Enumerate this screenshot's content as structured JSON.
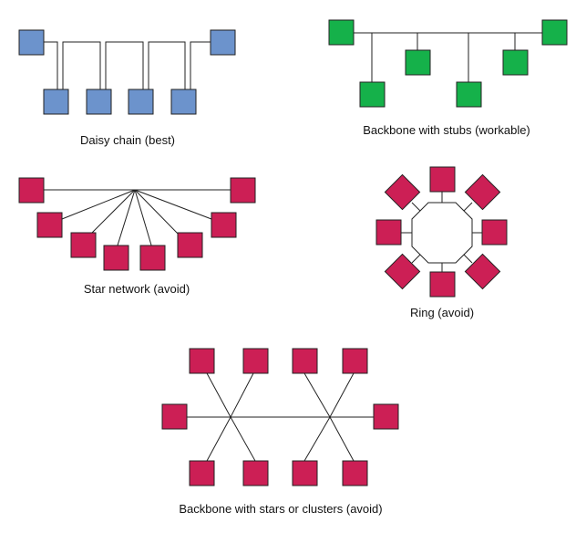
{
  "colors": {
    "daisy_chain": "#6c93cc",
    "backbone_stubs": "#15b14a",
    "avoid": "#cc1f55",
    "line": "#222222"
  },
  "diagrams": {
    "daisy_chain": {
      "caption": "Daisy chain (best)"
    },
    "backbone_stubs": {
      "caption": "Backbone with stubs (workable)"
    },
    "star": {
      "caption": "Star network (avoid)"
    },
    "ring": {
      "caption": "Ring (avoid)"
    },
    "backbone_stars": {
      "caption": "Backbone with stars or clusters (avoid)"
    }
  }
}
